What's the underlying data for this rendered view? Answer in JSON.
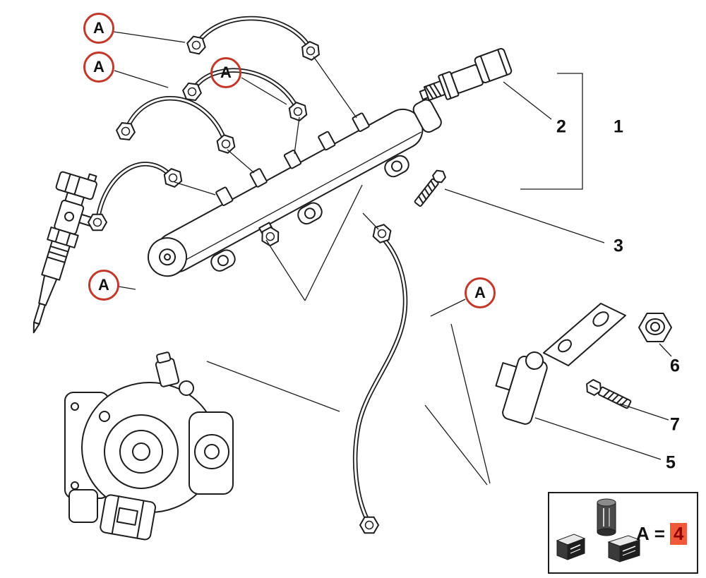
{
  "diagram": {
    "callouts": [
      {
        "label": "A"
      },
      {
        "label": "A"
      },
      {
        "label": "A"
      },
      {
        "label": "A"
      },
      {
        "label": "A"
      }
    ],
    "part_numbers": {
      "n1": "1",
      "n2": "2",
      "n3": "3",
      "n5": "5",
      "n6": "6",
      "n7": "7"
    },
    "legend": {
      "letter": "A",
      "equals": "=",
      "quantity": "4"
    },
    "colors": {
      "callout_red": "#c0392b",
      "legend_quantity_red": "#8b0000",
      "legend_quantity_bg": "#f05a3a",
      "line": "#1d1d1d",
      "background": "#ffffff"
    }
  }
}
